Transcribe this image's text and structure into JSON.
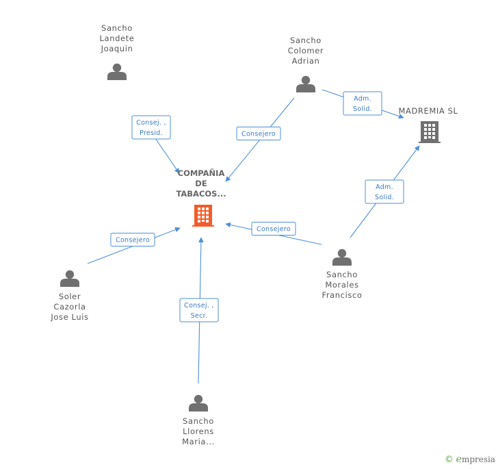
{
  "center": {
    "lines": [
      "COMPAÑIA",
      "DE",
      "TABACOS..."
    ],
    "icon": "orange-building-icon",
    "color": "#f25c2a"
  },
  "persons": [
    {
      "id": "landete",
      "lines": [
        "Sancho",
        "Landete",
        "Joaquin"
      ]
    },
    {
      "id": "colomer",
      "lines": [
        "Sancho",
        "Colomer",
        "Adrian"
      ]
    },
    {
      "id": "morales",
      "lines": [
        "Sancho",
        "Morales",
        "Francisco"
      ]
    },
    {
      "id": "soler",
      "lines": [
        "Soler",
        "Cazorla",
        "Jose Luis"
      ]
    },
    {
      "id": "llorens",
      "lines": [
        "Sancho",
        "Llorens",
        "Maria..."
      ]
    }
  ],
  "companies": [
    {
      "id": "madremia",
      "label": "MADREMIA SL",
      "icon": "gray-building-icon"
    }
  ],
  "edges": [
    {
      "from": "landete",
      "to": "center",
      "lines": [
        "Consej. ,",
        "Presid."
      ]
    },
    {
      "from": "colomer",
      "to": "center",
      "lines": [
        "Consejero"
      ]
    },
    {
      "from": "colomer",
      "to": "madremia",
      "lines": [
        "Adm.",
        "Solid."
      ]
    },
    {
      "from": "morales",
      "to": "madremia",
      "lines": [
        "Adm.",
        "Solid."
      ]
    },
    {
      "from": "morales",
      "to": "center",
      "lines": [
        "Consejero"
      ]
    },
    {
      "from": "soler",
      "to": "center",
      "lines": [
        "Consejero"
      ]
    },
    {
      "from": "llorens",
      "to": "center",
      "lines": [
        "Consej. ,",
        "Secr."
      ]
    }
  ],
  "colors": {
    "edge": "#4d8fd6",
    "person_icon": "#707070",
    "company_icon": "#707070",
    "center_icon": "#f25c2a"
  },
  "footer": {
    "copyright_symbol": "©",
    "brand": "mpresia",
    "brand_initial": "e"
  }
}
